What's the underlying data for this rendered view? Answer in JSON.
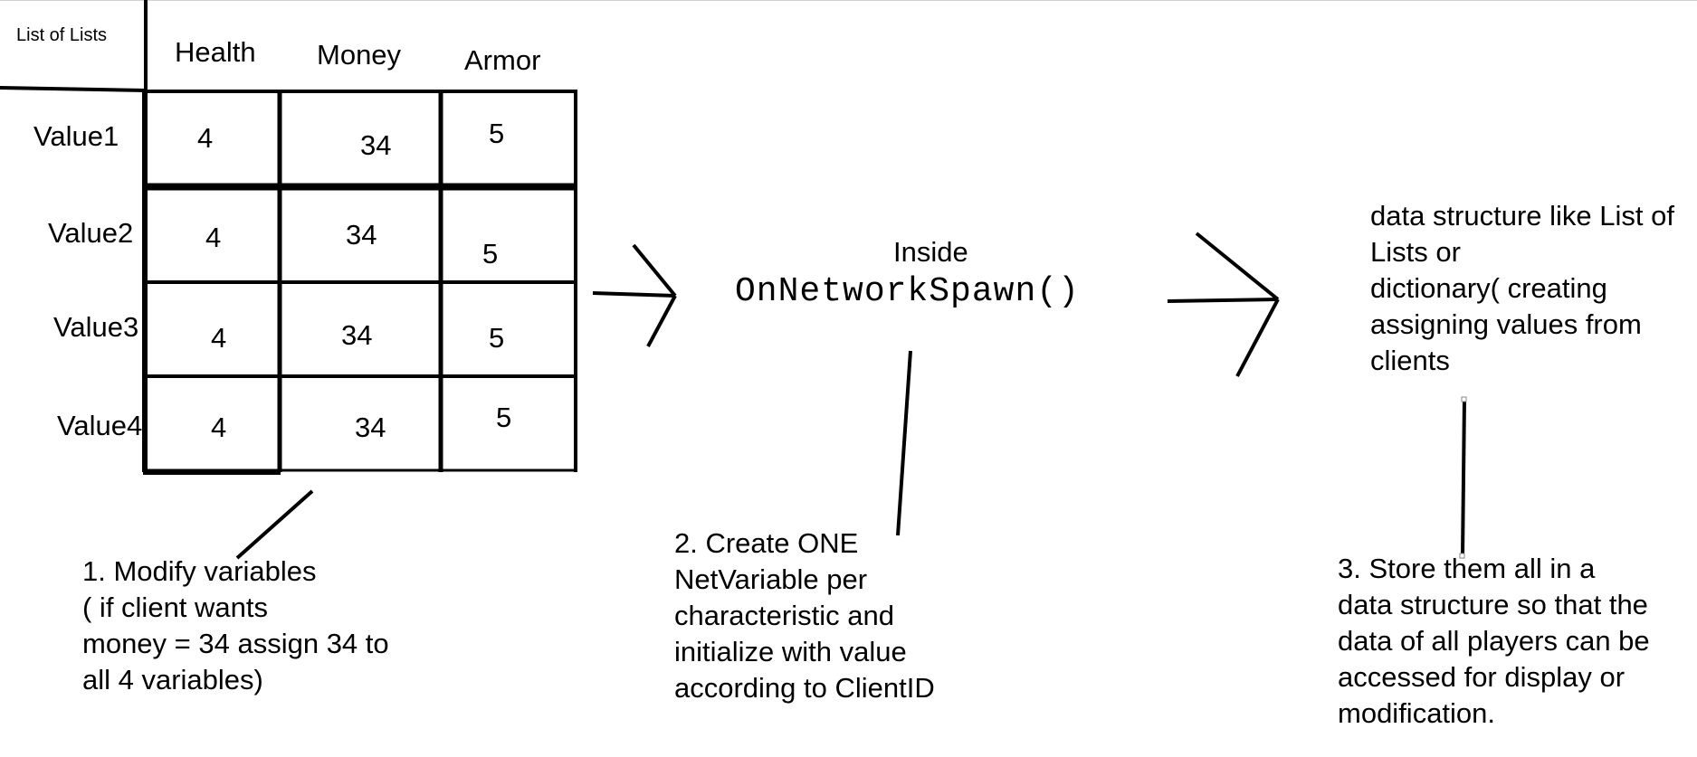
{
  "table": {
    "corner_label": "List of Lists",
    "columns": [
      "Health",
      "Money",
      "Armor"
    ],
    "rows": [
      {
        "label": "Value1",
        "values": [
          "4",
          "34",
          "5"
        ]
      },
      {
        "label": "Value2",
        "values": [
          "4",
          "34",
          "5"
        ]
      },
      {
        "label": "Value3",
        "values": [
          "4",
          "34",
          "5"
        ]
      },
      {
        "label": "Value4",
        "values": [
          "4",
          "34",
          "5"
        ]
      }
    ]
  },
  "step1": {
    "lines": [
      "1. Modify variables",
      "( if client wants",
      "money =  34 assign  34 to",
      "all 4 variables)"
    ]
  },
  "middle": {
    "inside_label": "Inside",
    "function_name": "OnNetworkSpawn()"
  },
  "step2": {
    "lines": [
      "2. Create ONE",
      "NetVariable  per",
      "characteristic and",
      "initialize with value",
      "according to ClientID"
    ]
  },
  "right_note": {
    "lines": [
      "data structure like List of",
      "Lists or",
      "dictionary( creating",
      "assigning values from",
      "clients"
    ]
  },
  "step3": {
    "lines": [
      "3. Store them all in a",
      "data structure so that the",
      "data of all players can be",
      "accessed for display or",
      "modification."
    ]
  }
}
